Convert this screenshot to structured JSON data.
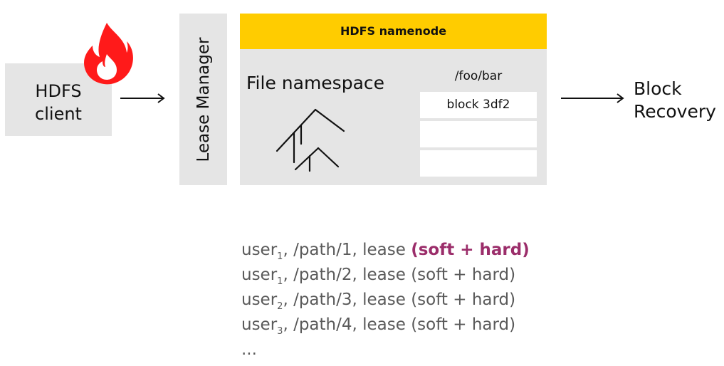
{
  "client": {
    "label": "HDFS\nclient",
    "icon": "fire-icon",
    "icon_color": "#ff1a1a"
  },
  "lease_manager": {
    "label": "Lease Manager"
  },
  "namenode": {
    "title": "HDFS namenode",
    "header_color": "#ffcc00",
    "namespace_label": "File namespace",
    "namespace_icon": "tree-icon",
    "path": "/foo/bar",
    "blocks": [
      "block 3df2",
      "",
      ""
    ]
  },
  "recovery": {
    "label": "Block\nRecovery"
  },
  "leases": [
    {
      "user": "user",
      "sub": "1",
      "rest": ", /path/1, lease ",
      "lease": "(soft + hard)",
      "highlight": true
    },
    {
      "user": "user",
      "sub": "1",
      "rest": ", /path/2, lease ",
      "lease": "(soft + hard)",
      "highlight": false
    },
    {
      "user": "user",
      "sub": "2",
      "rest": ", /path/3, lease ",
      "lease": "(soft + hard)",
      "highlight": false
    },
    {
      "user": "user",
      "sub": "3",
      "rest": ", /path/4, lease ",
      "lease": "(soft + hard)",
      "highlight": false
    }
  ],
  "leases_more": "...",
  "colors": {
    "box_gray": "#e5e5e5",
    "lease_text": "#5a5a5a",
    "highlight": "#9b2d6a"
  }
}
